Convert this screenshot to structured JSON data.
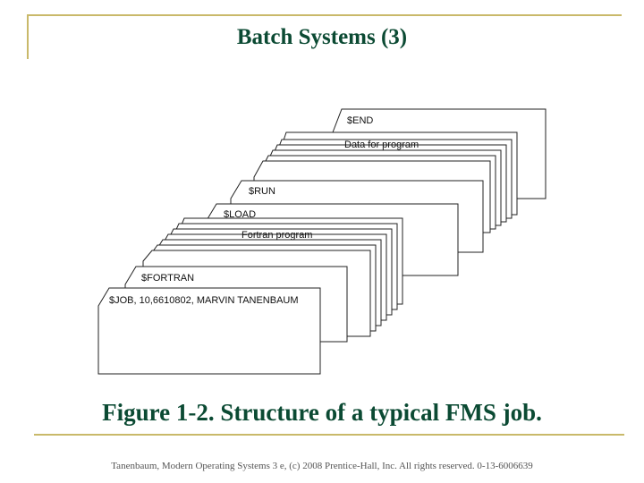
{
  "slide": {
    "title": "Batch Systems (3)",
    "caption": "Figure 1-2. Structure of a typical FMS job.",
    "footer": "Tanenbaum, Modern Operating Systems 3 e, (c) 2008 Prentice-Hall, Inc. All rights reserved. 0-13-6006639"
  },
  "cards": [
    {
      "label": "$END"
    },
    {
      "label": "Data for program"
    },
    {
      "label": "$RUN"
    },
    {
      "label": "$LOAD"
    },
    {
      "label": "Fortran program"
    },
    {
      "label": "$FORTRAN"
    },
    {
      "label": "$JOB, 10,6610802, MARVIN TANENBAUM"
    }
  ]
}
